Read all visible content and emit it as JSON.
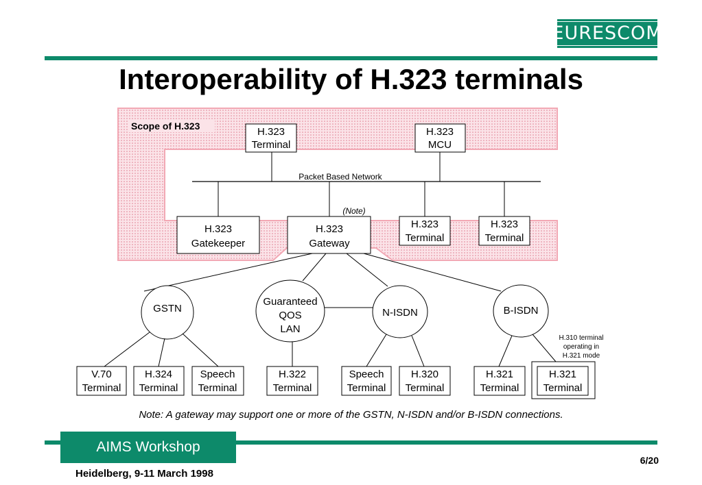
{
  "header": {
    "logo_text": "EURESCOM",
    "title": "Interoperability of H.323 terminals"
  },
  "diagram": {
    "scope_label": "Scope of H.323",
    "network_label": "Packet Based Network",
    "note_marker": "(Note)",
    "boxes": {
      "terminal_top": [
        "H.323",
        "Terminal"
      ],
      "mcu": [
        "H.323",
        "MCU"
      ],
      "gatekeeper": [
        "H.323",
        "Gatekeeper"
      ],
      "gateway": [
        "H.323",
        "Gateway"
      ],
      "terminal_mid1": [
        "H.323",
        "Terminal"
      ],
      "terminal_mid2": [
        "H.323",
        "Terminal"
      ],
      "v70": [
        "V.70",
        "Terminal"
      ],
      "h324": [
        "H.324",
        "Terminal"
      ],
      "speech1": [
        "Speech",
        "Terminal"
      ],
      "h322": [
        "H.322",
        "Terminal"
      ],
      "speech2": [
        "Speech",
        "Terminal"
      ],
      "h320": [
        "H.320",
        "Terminal"
      ],
      "h321a": [
        "H.321",
        "Terminal"
      ],
      "h321b": [
        "H.321",
        "Terminal"
      ]
    },
    "networks": {
      "gstn": [
        "GSTN"
      ],
      "qos": [
        "Guaranteed",
        "QOS",
        "LAN"
      ],
      "nisdn": [
        "N-ISDN"
      ],
      "bisdn": [
        "B-ISDN"
      ]
    },
    "h310_note": [
      "H.310 terminal",
      "operating in",
      "H.321 mode"
    ]
  },
  "footer": {
    "note": "Note: A gateway may support one or more of the GSTN, N-ISDN and/or B-ISDN connections.",
    "workshop": "AIMS Workshop",
    "page": "6/20",
    "location": "Heidelberg, 9-11 March 1998"
  },
  "colors": {
    "brand": "#0d8a6a",
    "scope_border": "#f2a8b4",
    "scope_fill": "#fbe3e8"
  }
}
